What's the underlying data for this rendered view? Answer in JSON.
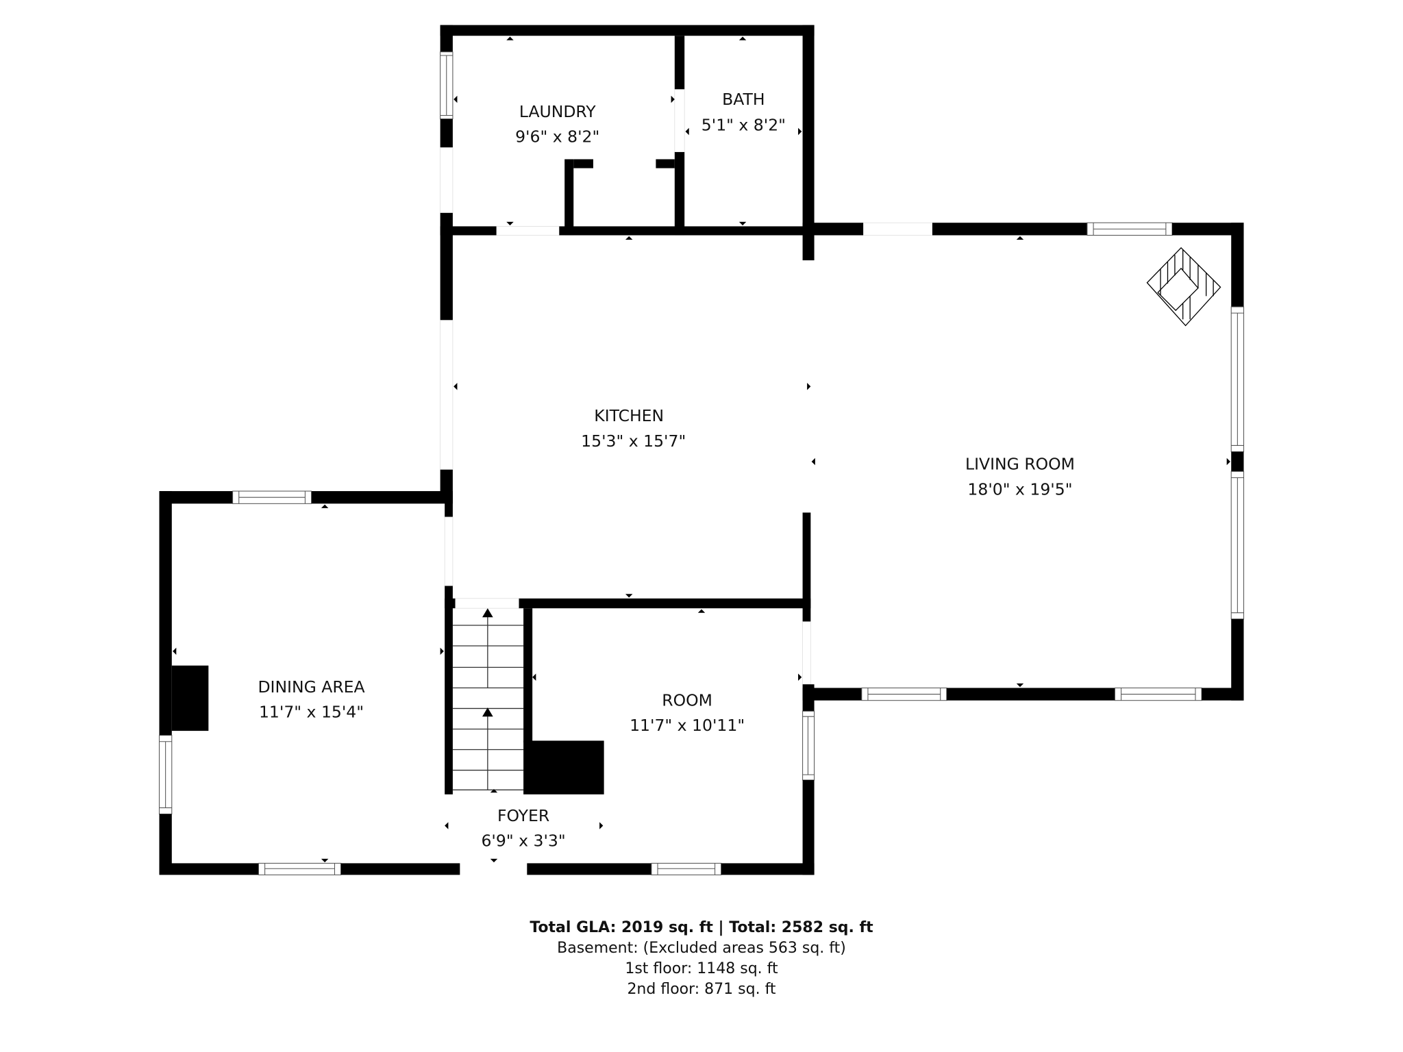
{
  "floorplan": {
    "rooms": [
      {
        "id": "laundry",
        "name": "LAUNDRY",
        "dims": "9'6\" x 8'2\""
      },
      {
        "id": "bath",
        "name": "BATH",
        "dims": "5'1\" x 8'2\""
      },
      {
        "id": "kitchen",
        "name": "KITCHEN",
        "dims": "15'3\" x 15'7\""
      },
      {
        "id": "living",
        "name": "LIVING ROOM",
        "dims": "18'0\" x 19'5\""
      },
      {
        "id": "dining",
        "name": "DINING AREA",
        "dims": "11'7\" x 15'4\""
      },
      {
        "id": "room",
        "name": "ROOM",
        "dims": "11'7\" x 10'11\""
      },
      {
        "id": "foyer",
        "name": "FOYER",
        "dims": "6'9\" x 3'3\""
      }
    ]
  },
  "summary": {
    "total_line": "Total GLA: 2019 sq. ft | Total: 2582 sq. ft",
    "basement": "Basement: (Excluded areas 563 sq. ft)",
    "first_floor": "1st floor: 1148 sq. ft",
    "second_floor": "2nd floor: 871 sq. ft"
  },
  "colors": {
    "wall": "#000000",
    "background": "#ffffff"
  }
}
